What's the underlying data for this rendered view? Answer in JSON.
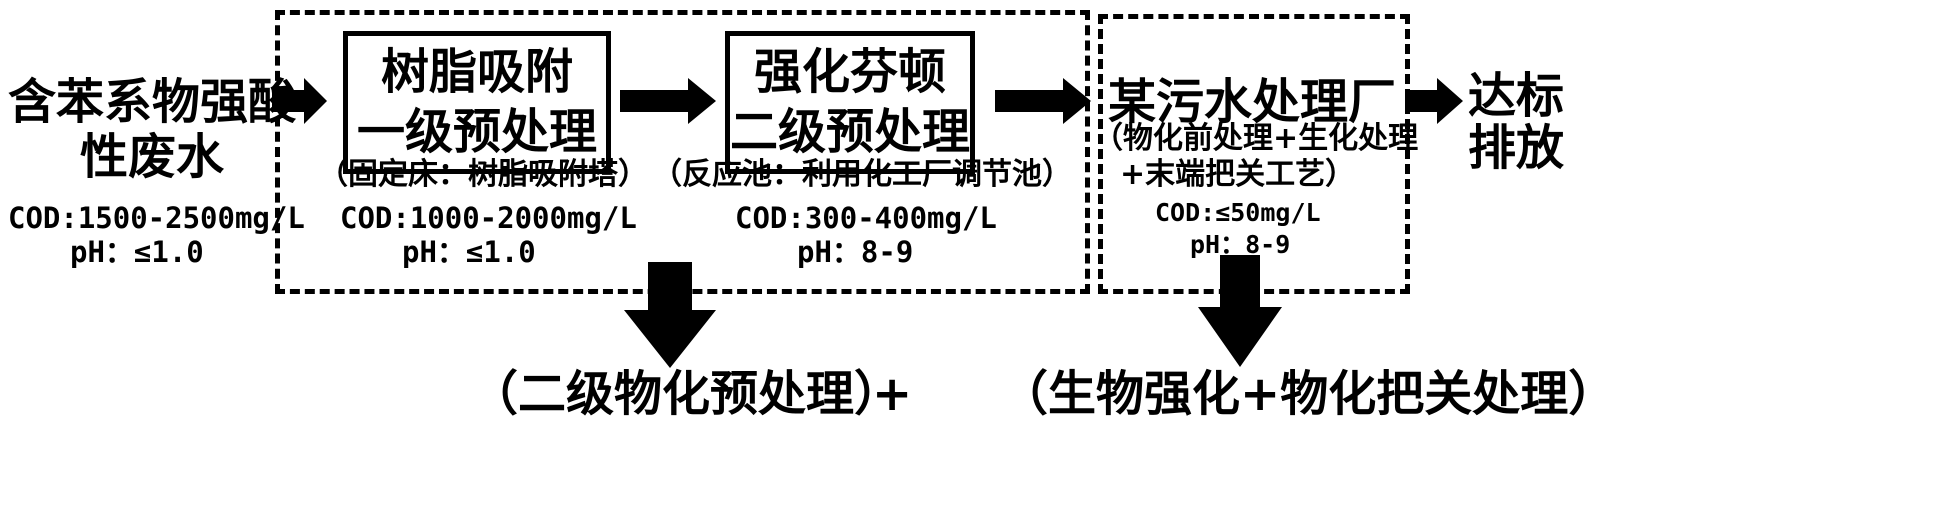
{
  "input": {
    "line1": "含苯系物强酸",
    "line2": "性废水",
    "cod": "COD:1500-2500mg/L",
    "ph": "pH：≤1.0"
  },
  "stage1": {
    "line1": "树脂吸附",
    "line2": "一级预处理",
    "caption": "（固定床：树脂吸附塔）",
    "cod": "COD:1000-2000mg/L",
    "ph": "pH：≤1.0"
  },
  "stage2": {
    "line1": "强化芬顿",
    "line2": "二级预处理",
    "caption": "（反应池：利用化工厂调节池）",
    "cod": "COD:300-400mg/L",
    "ph": "pH：8-9"
  },
  "plant": {
    "title": "某污水处理厂",
    "sub1": "（物化前处理+生化处理",
    "sub2": "+末端把关工艺）",
    "cod": "COD:≤50mg/L",
    "ph": "pH：8-9"
  },
  "output": {
    "line1": "达标",
    "line2": "排放"
  },
  "summary": {
    "left": "（二级物化预处理）",
    "plus": "+",
    "right": "（生物强化+物化把关处理）"
  }
}
